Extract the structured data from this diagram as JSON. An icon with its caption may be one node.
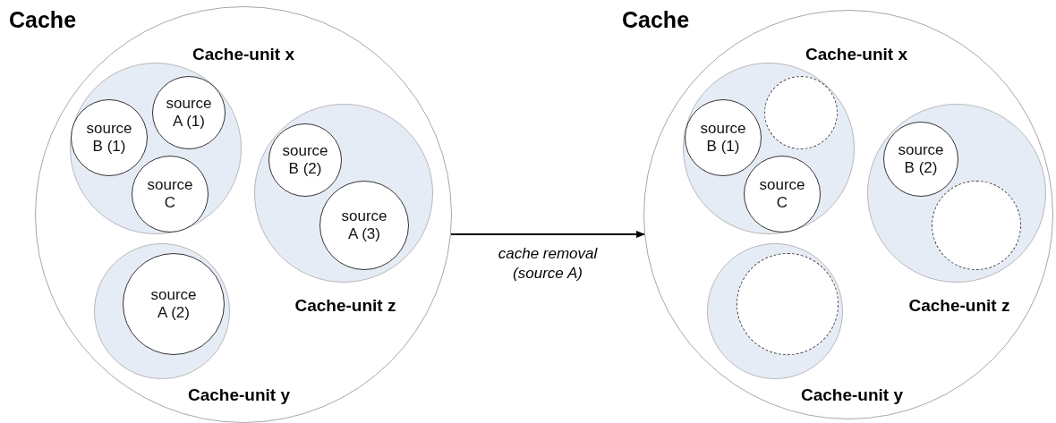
{
  "diagram": {
    "nodes": [
      {
        "text": [
          "Cache"
        ]
      },
      {
        "text": [
          "Cache-unit x"
        ],
        "in": 0
      },
      {
        "text": [
          "source A (1)"
        ],
        "in": 1
      },
      {
        "text": [
          "source B (1)"
        ],
        "in": 1
      },
      {
        "text": [
          "source C"
        ],
        "in": 1
      },
      {
        "text": [
          "Cache-unit z"
        ],
        "in": 0
      },
      {
        "text": [
          "source B (2)"
        ],
        "in": 5
      },
      {
        "text": [
          "source A (3)"
        ],
        "in": 5
      },
      {
        "text": [
          "Cache-unit y"
        ],
        "in": 0
      },
      {
        "text": [
          "source A (2)"
        ],
        "in": 8
      },
      {
        "text": [
          "Cache"
        ]
      },
      {
        "text": [
          "Cache-unit x"
        ],
        "in": 10
      },
      {
        "text": [],
        "shape": "circle",
        "in": 11
      },
      {
        "text": [
          "source B (1)"
        ],
        "in": 11
      },
      {
        "text": [
          "source C"
        ],
        "in": 11
      },
      {
        "text": [
          "Cache-unit z"
        ],
        "in": 10
      },
      {
        "text": [
          "source B (2)"
        ],
        "in": 15
      },
      {
        "text": [],
        "shape": "circle",
        "in": 15
      },
      {
        "text": [
          "Cache-unit y"
        ],
        "in": 10
      },
      {
        "text": [],
        "shape": "circle",
        "in": 18
      }
    ],
    "edges": [
      {
        "from": 0,
        "to": 10,
        "arrow": "to",
        "label": "cache removal (source A)"
      }
    ]
  }
}
